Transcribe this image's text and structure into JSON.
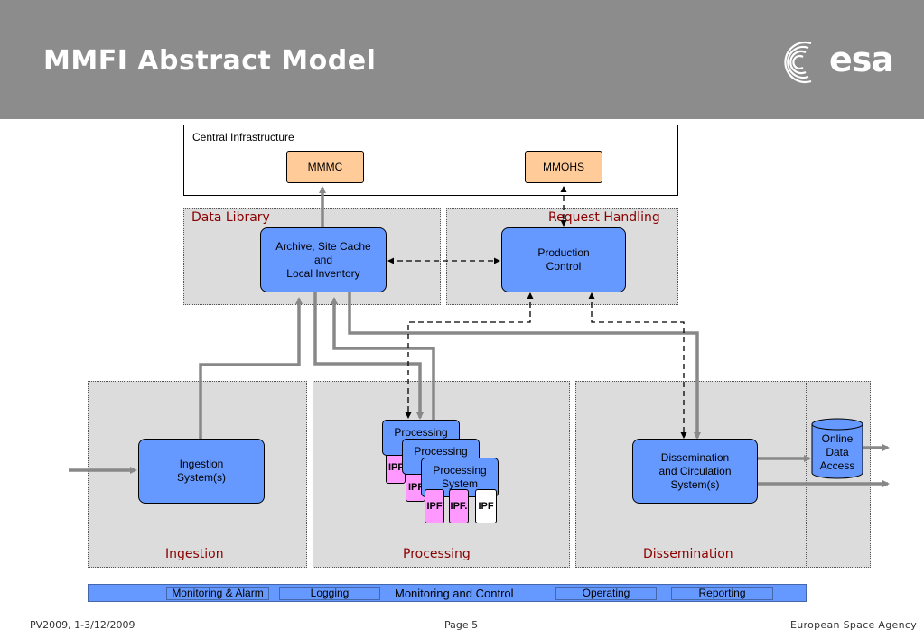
{
  "header": {
    "title": "MMFI Abstract Model",
    "logo_text": "esa",
    "background": "#8c8c8c"
  },
  "colors": {
    "component": "#6699ff",
    "central_box": "#ffcc99",
    "ipf": "#ff99ff",
    "zone": "#dcdcdc",
    "zone_label": "#8b0000"
  },
  "central_infrastructure": {
    "label": "Central Infrastructure",
    "mmmc": "MMMC",
    "mmohs": "MMOHS"
  },
  "zones": {
    "data_library": "Data Library",
    "request_handling": "Request Handling",
    "ingestion": "Ingestion",
    "processing": "Processing",
    "dissemination": "Dissemination"
  },
  "components": {
    "archive": "Archive, Site Cache\nand\nLocal Inventory",
    "production_control": "Production\nControl",
    "ingestion_system": "Ingestion\nSystem(s)",
    "processing_1": "Processing",
    "processing_2": "Processing",
    "processing_3": "Processing\nSystem",
    "ipf_1": "IPF",
    "ipf_2": "IPF",
    "ipf_3": "IPF",
    "ipf_4": "IPF.",
    "ipf_5": "IPF",
    "dissemination_system": "Dissemination\nand Circulation\nSystem(s)",
    "online_data_access": "Online\nData\nAccess"
  },
  "monitoring_bar": {
    "monitoring_alarm": "Monitoring & Alarm",
    "logging": "Logging",
    "center_label": "Monitoring and Control",
    "operating": "Operating",
    "reporting": "Reporting"
  },
  "footer": {
    "left": "PV2009, 1-3/12/2009",
    "page": "Page 5",
    "agency": "European Space Agency"
  }
}
